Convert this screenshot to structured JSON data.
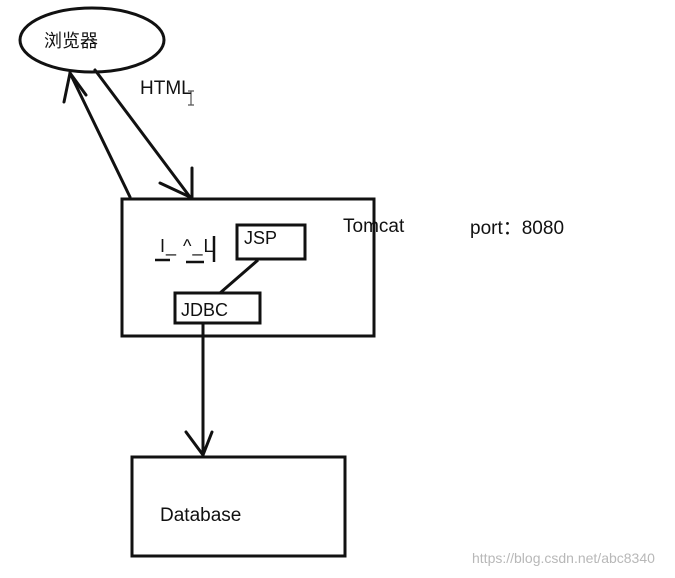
{
  "nodes": {
    "browser": "浏览器",
    "server": "Tomcat",
    "jsp": "JSP",
    "jdbc": "JDBC",
    "database": "Database",
    "partial_label": "I_ ^_L"
  },
  "edges": {
    "html_label": "HTML"
  },
  "annotations": {
    "port": "port：8080"
  },
  "watermark": "https://blog.csdn.net/abc8340"
}
